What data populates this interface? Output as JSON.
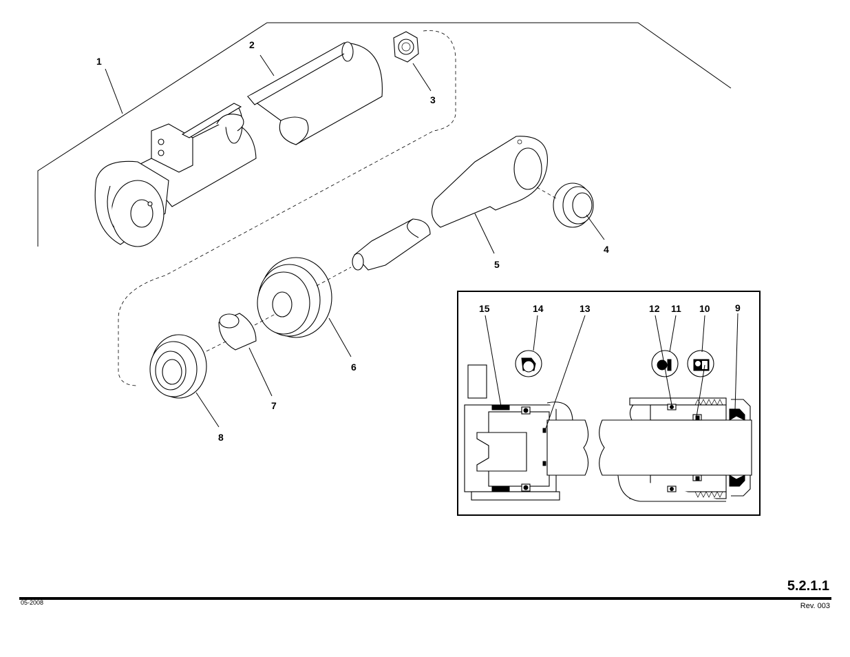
{
  "callouts": {
    "c1": "1",
    "c2": "2",
    "c3": "3",
    "c4": "4",
    "c5": "5",
    "c6": "6",
    "c7": "7",
    "c8": "8",
    "c9": "9",
    "c10": "10",
    "c11": "11",
    "c12": "12",
    "c13": "13",
    "c14": "14",
    "c15": "15"
  },
  "footer": {
    "page_number": "5.2.1.1",
    "date": "05-2008",
    "revision": "Rev. 003"
  }
}
